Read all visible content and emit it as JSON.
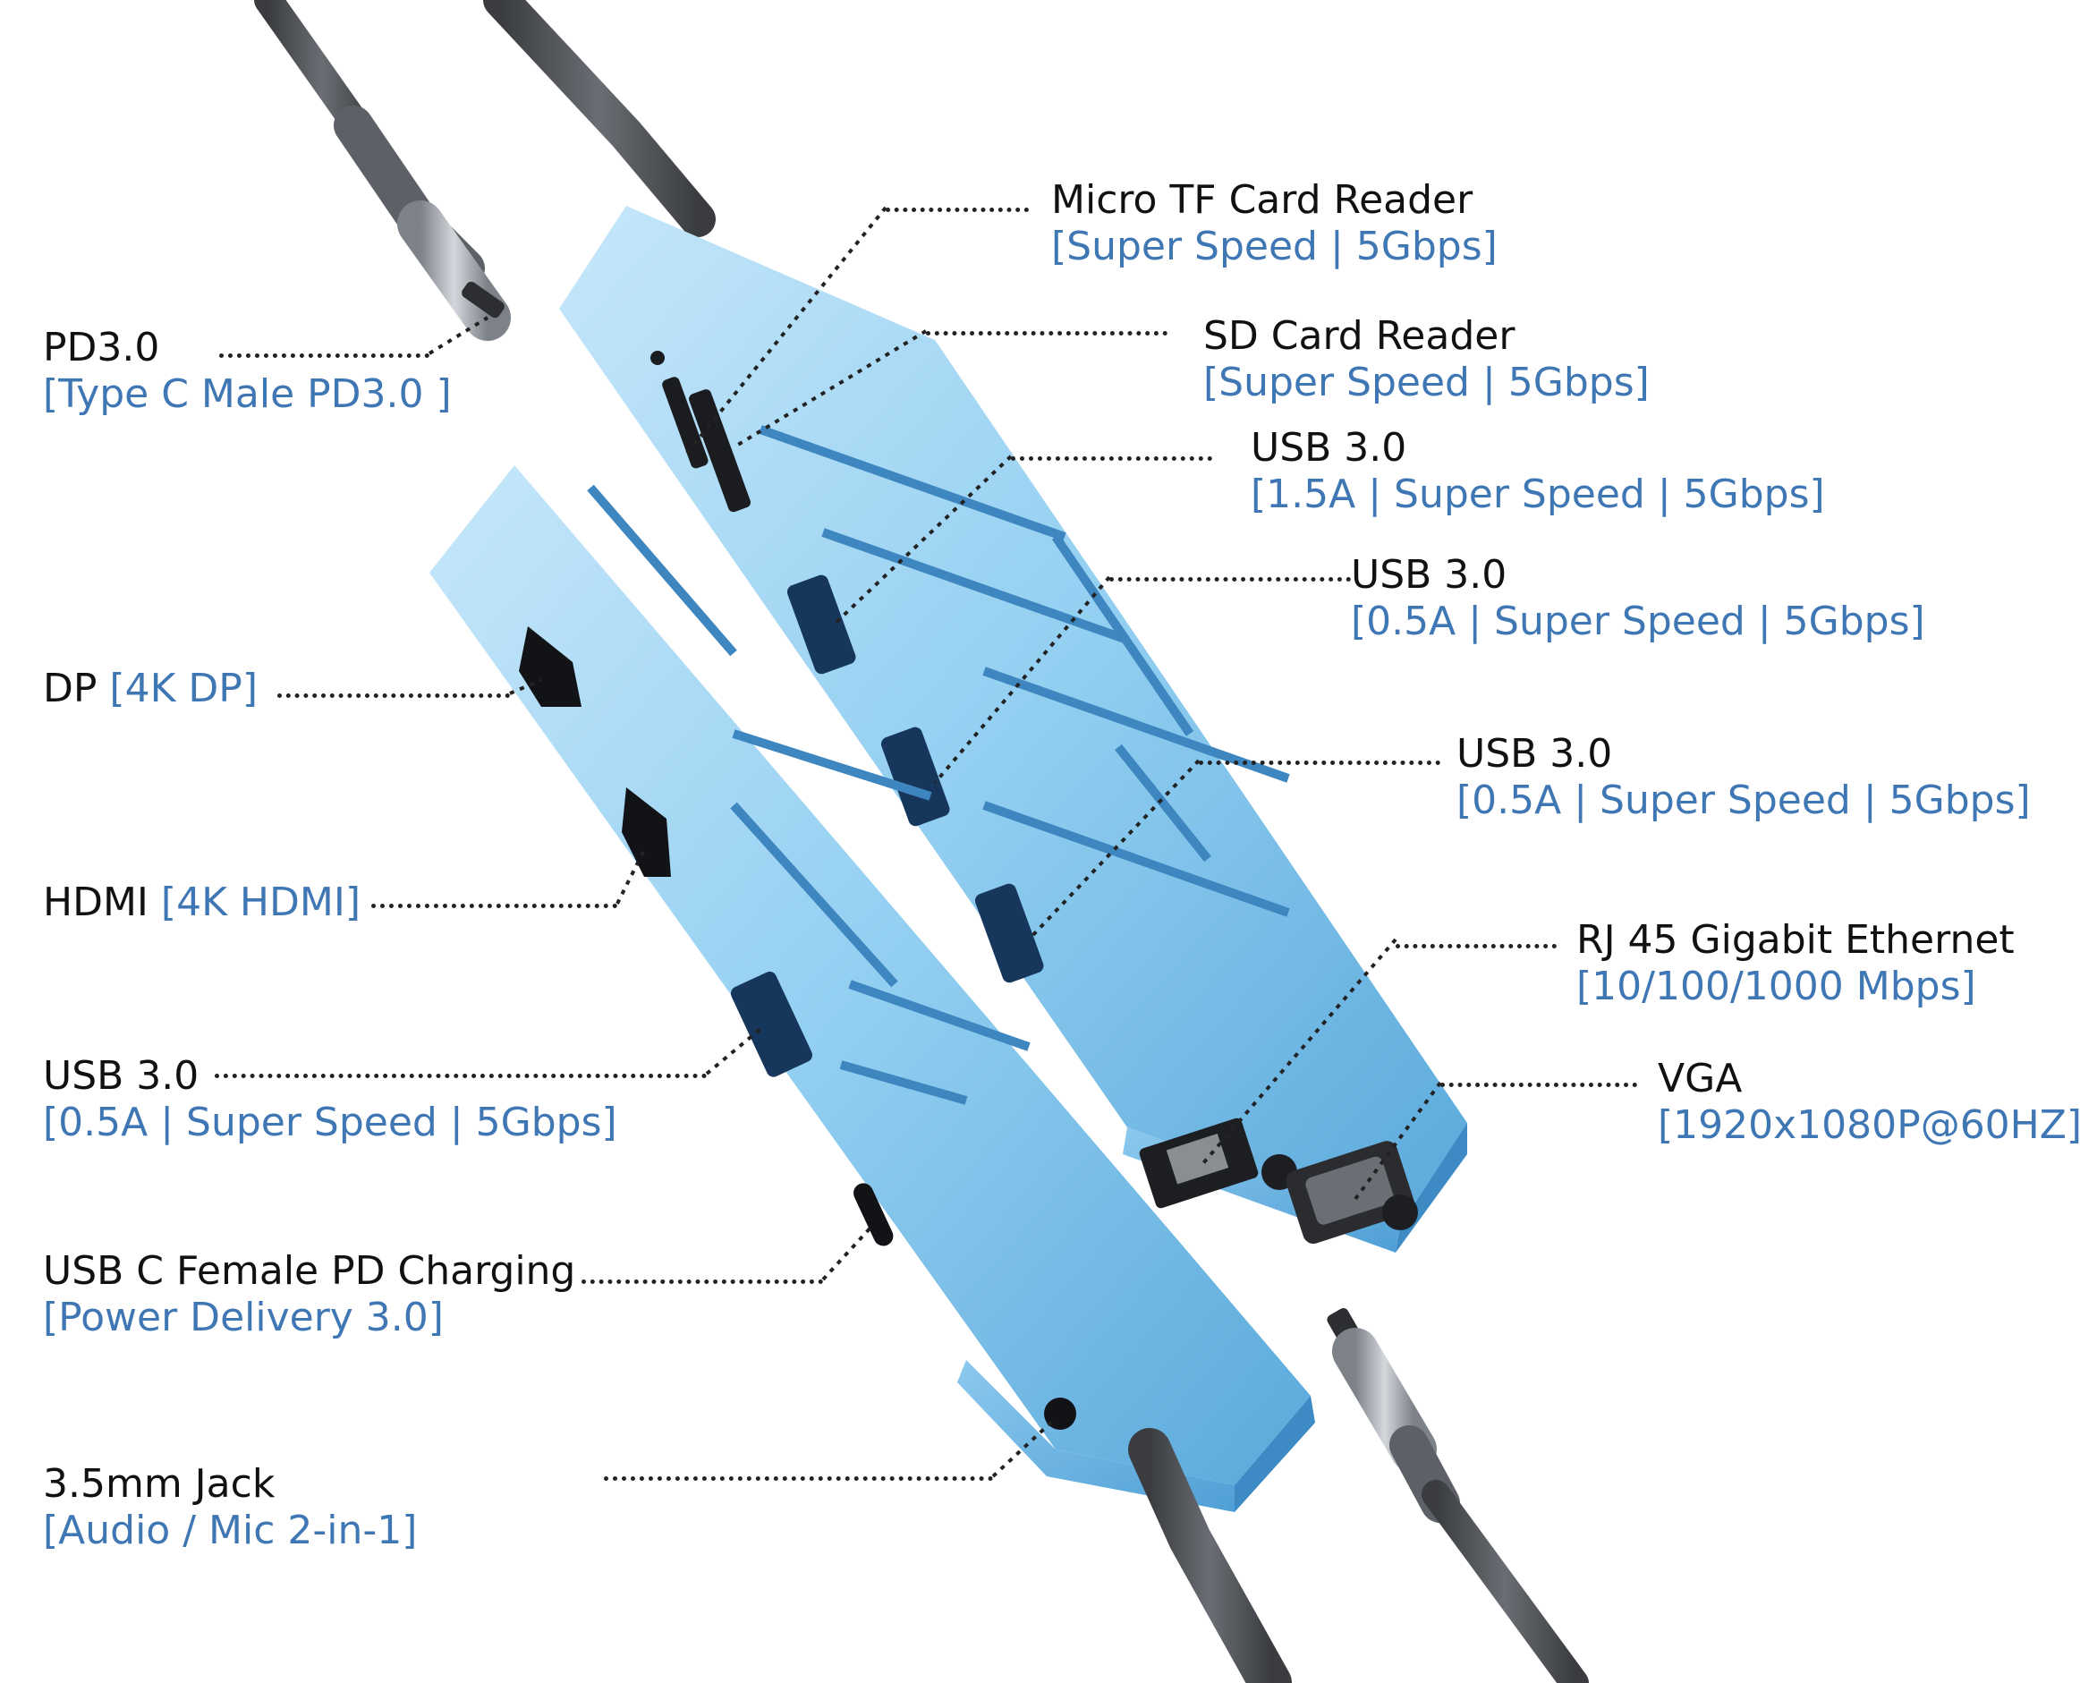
{
  "colors": {
    "hub_light": "#bfe3f8",
    "hub_mid": "#8fcdf0",
    "hub_dark": "#5aaee0",
    "cable": "#4b4e54",
    "connector": "#9ea3aa",
    "label_text": "#111111",
    "spec_text": "#3f77b4"
  },
  "callouts": {
    "micro_tf": {
      "title": "Micro TF Card Reader",
      "spec": "[Super Speed | 5Gbps]"
    },
    "sd": {
      "title": "SD Card Reader",
      "spec": "[Super Speed | 5Gbps]"
    },
    "usb_1": {
      "title": "USB 3.0",
      "spec": "[1.5A | Super Speed | 5Gbps]"
    },
    "usb_2": {
      "title": "USB 3.0",
      "spec": "[0.5A | Super Speed | 5Gbps]"
    },
    "usb_3": {
      "title": "USB 3.0",
      "spec": "[0.5A | Super Speed | 5Gbps]"
    },
    "rj45": {
      "title": "RJ 45 Gigabit Ethernet",
      "spec": "[10/100/1000 Mbps]"
    },
    "vga": {
      "title": "VGA",
      "spec": "[1920x1080P@60HZ]"
    },
    "pd": {
      "title": "PD3.0",
      "spec": "[Type C Male PD3.0 ]"
    },
    "dp": {
      "title": "DP",
      "spec": "[4K DP]"
    },
    "hdmi": {
      "title": "HDMI",
      "spec": "[4K HDMI]"
    },
    "usb_left": {
      "title": "USB 3.0",
      "spec": "[0.5A | Super Speed | 5Gbps]"
    },
    "usbc_female": {
      "title": "USB C Female PD Charging",
      "spec": "[Power Delivery 3.0]"
    },
    "jack": {
      "title": "3.5mm Jack",
      "spec": "[Audio / Mic 2-in-1]"
    }
  }
}
